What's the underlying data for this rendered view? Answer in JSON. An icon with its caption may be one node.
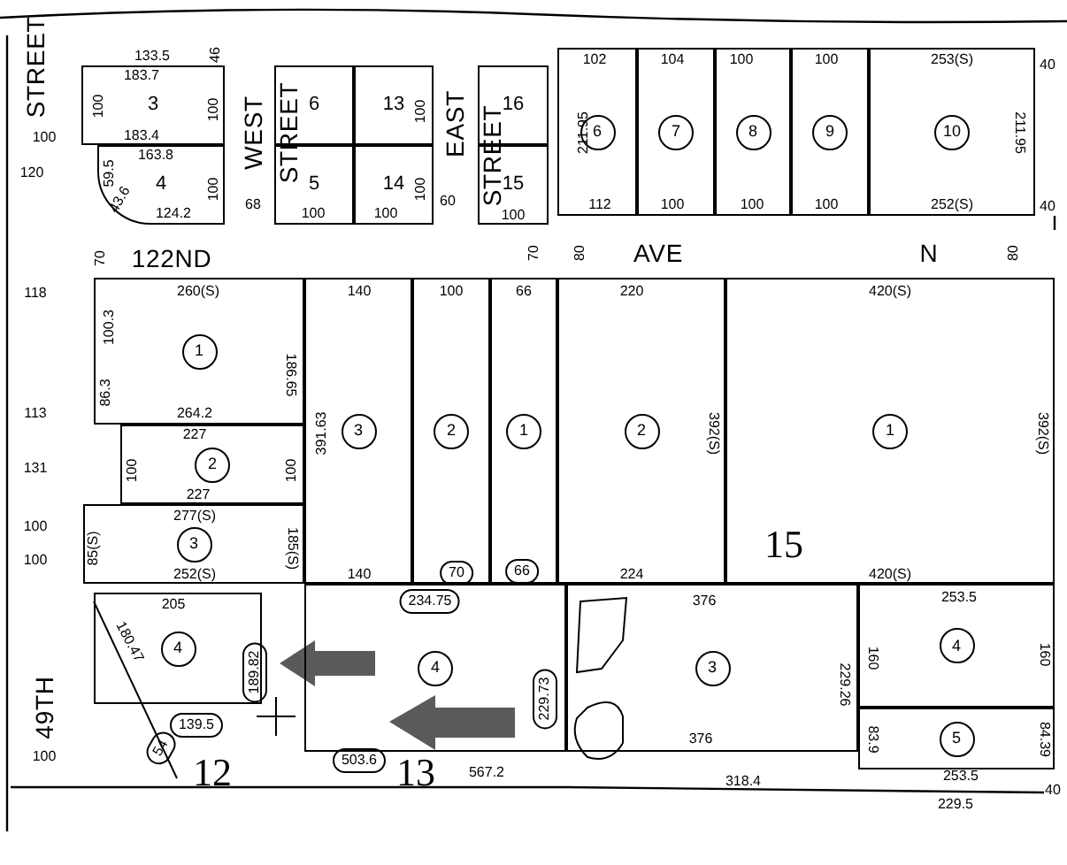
{
  "diagram": {
    "nodes": [
      {
        "text": [
          "3"
        ]
      },
      {
        "text": [
          "4"
        ]
      },
      {
        "text": [
          "6"
        ]
      },
      {
        "text": [
          "13"
        ]
      },
      {
        "text": [
          "5"
        ]
      },
      {
        "text": [
          "14"
        ]
      },
      {
        "text": [
          "16"
        ]
      },
      {
        "text": [
          "15"
        ]
      },
      {
        "text": [],
        "shape": "box"
      },
      {
        "text": [
          "6"
        ],
        "in": 8
      },
      {
        "text": [],
        "shape": "box"
      },
      {
        "text": [
          "7"
        ],
        "in": 10
      },
      {
        "text": [],
        "shape": "box"
      },
      {
        "text": [
          "8"
        ],
        "in": 12
      },
      {
        "text": [],
        "shape": "box"
      },
      {
        "text": [
          "9"
        ],
        "in": 14
      },
      {
        "text": [],
        "shape": "box"
      },
      {
        "text": [
          "10"
        ],
        "in": 16
      },
      {
        "text": [],
        "shape": "box"
      },
      {
        "text": [
          "1"
        ],
        "in": 18
      },
      {
        "text": [],
        "shape": "box"
      },
      {
        "text": [
          "2"
        ],
        "in": 20
      },
      {
        "text": [],
        "shape": "box"
      },
      {
        "text": [
          "3"
        ],
        "in": 22
      },
      {
        "text": [],
        "shape": "box"
      },
      {
        "text": [
          "3"
        ],
        "in": 24
      },
      {
        "text": [],
        "shape": "box"
      },
      {
        "text": [
          "2"
        ],
        "in": 26
      },
      {
        "text": [],
        "shape": "box"
      },
      {
        "text": [
          "1"
        ],
        "in": 28
      },
      {
        "text": [],
        "shape": "box"
      },
      {
        "text": [
          "2"
        ],
        "in": 30
      },
      {
        "text": [],
        "shape": "box"
      },
      {
        "text": [
          "1"
        ],
        "in": 32
      },
      {
        "text": [],
        "shape": "box"
      },
      {
        "text": [
          "4"
        ],
        "in": 34
      },
      {
        "text": [],
        "shape": "box"
      },
      {
        "text": [
          "4"
        ],
        "in": 36
      },
      {
        "text": [],
        "shape": "box"
      },
      {
        "text": [
          "3"
        ],
        "in": 38
      },
      {
        "text": [],
        "shape": "box"
      },
      {
        "text": [
          "4"
        ],
        "in": 40
      },
      {
        "text": [],
        "shape": "box"
      },
      {
        "text": [
          "5"
        ],
        "in": 42
      }
    ],
    "labels": [
      "STREET",
      "133.5",
      "46",
      "183.7",
      "100",
      "100",
      "100",
      "183.4",
      "163.8",
      "59.5",
      "43.6",
      "124.2",
      "100",
      "120",
      "WEST",
      "STREET",
      "68",
      "100",
      "100",
      "100",
      "100",
      "EAST",
      "60",
      "STREET",
      "100",
      "102",
      "104",
      "100",
      "100",
      "253(S)",
      "211.95",
      "211.95",
      "40",
      "112",
      "100",
      "100",
      "100",
      "252(S)",
      "40",
      "70",
      "122ND",
      "70",
      "80",
      "AVE",
      "N",
      "80",
      "118",
      "260(S)",
      "100.3",
      "86.3",
      "186.65",
      "113",
      "264.2",
      "227",
      "131",
      "100",
      "100",
      "227",
      "100",
      "277(S)",
      "85(S)",
      "185(S)",
      "100",
      "252(S)",
      "140",
      "391.63",
      "140",
      "100",
      "70",
      "66",
      "66",
      "220",
      "392(S)",
      "224",
      "420(S)",
      "392(S)",
      "15",
      "420(S)",
      "205",
      "180.47",
      "189.82",
      "139.5",
      "54",
      "234.75",
      "229.73",
      "503.6",
      "567.2",
      "376",
      "229.26",
      "376",
      "318.4",
      "253.5",
      "160",
      "160",
      "83.9",
      "84.39",
      "253.5",
      "229.5",
      "40",
      "49TH",
      "100",
      "12",
      "13"
    ]
  }
}
